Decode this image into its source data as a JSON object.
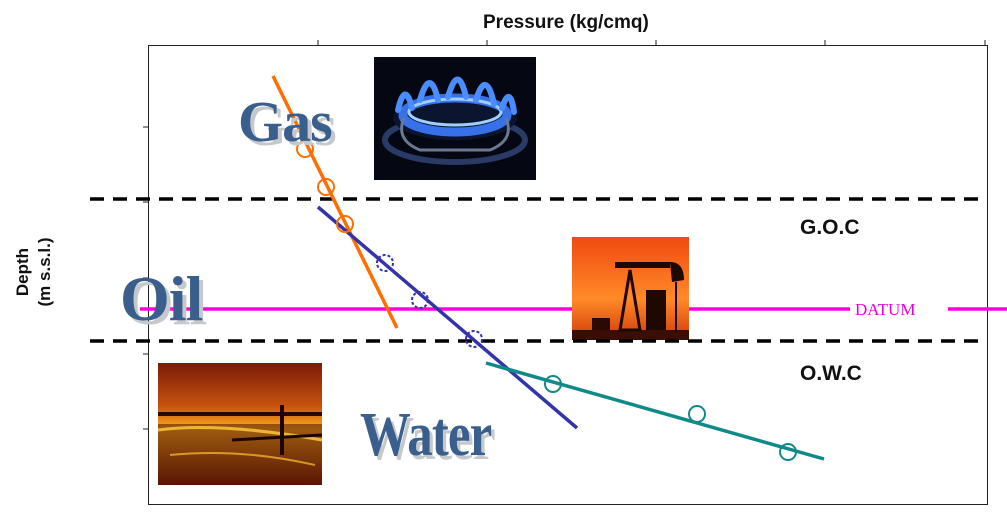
{
  "axis": {
    "x_title": "Pressure (kg/cmq)",
    "y_title_line1": "Depth",
    "y_title_line2": "(m s.s.l.)"
  },
  "zones": {
    "gas": "Gas",
    "oil": "Oil",
    "water": "Water"
  },
  "contacts": {
    "goc": "G.O.C",
    "owc": "O.W.C",
    "datum": "DATUM"
  },
  "colors": {
    "gas_line": "#ff6f00",
    "oil_line": "#3333aa",
    "water_line": "#108a88",
    "datum_line": "#ff00dd",
    "contact_line": "#000000",
    "zone_word": "#3a5f8c"
  },
  "images": [
    "gas-burner-flame",
    "oil-pumpjack-sunset",
    "water-sunset-lake"
  ]
}
